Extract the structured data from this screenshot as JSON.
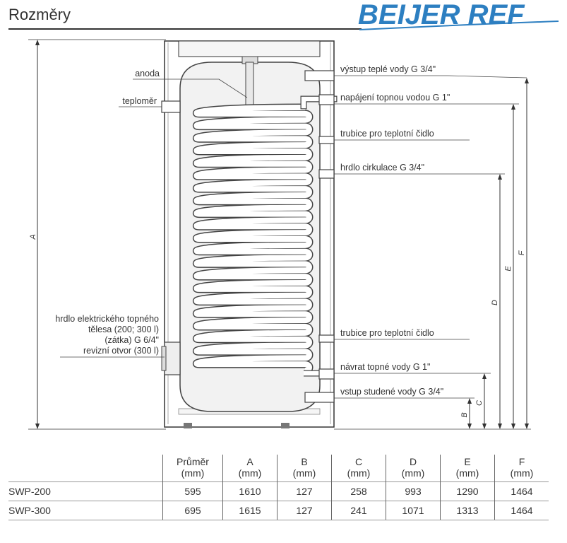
{
  "header": {
    "title": "Rozměry",
    "brand": "BEIJER REF"
  },
  "colors": {
    "brand": "#2d7fc1",
    "line": "#333333",
    "coil": "#ffffff",
    "tank": "#f2f2f2"
  },
  "labels": {
    "anode": "anoda",
    "thermometer": "teploměr",
    "heater_line1": "hrdlo elektrického topného",
    "heater_line2": "tělesa (200; 300 l)",
    "heater_line3": "(zátka) G 6/4\"",
    "heater_line4": "revizní otvor (300 l)",
    "hot_out": "výstup teplé vody G 3/4\"",
    "feed": "napájení topnou vodou G 1\"",
    "sensor_top": "trubice pro teplotní čidlo",
    "circulation": "hrdlo cirkulace G 3/4\"",
    "sensor_bottom": "trubice pro teplotní čidlo",
    "return": "návrat topné vody G 1\"",
    "cold_in": "vstup studené vody G 3/4\""
  },
  "dimensions": {
    "A": "A",
    "B": "B",
    "C": "C",
    "D": "D",
    "E": "E",
    "F": "F"
  },
  "table": {
    "headers": [
      {
        "l1": "",
        "l2": ""
      },
      {
        "l1": "Průměr",
        "l2": "(mm)"
      },
      {
        "l1": "A",
        "l2": "(mm)"
      },
      {
        "l1": "B",
        "l2": "(mm)"
      },
      {
        "l1": "C",
        "l2": "(mm)"
      },
      {
        "l1": "D",
        "l2": "(mm)"
      },
      {
        "l1": "E",
        "l2": "(mm)"
      },
      {
        "l1": "F",
        "l2": "(mm)"
      }
    ],
    "rows": [
      {
        "name": "SWP-200",
        "cells": [
          "595",
          "1610",
          "127",
          "258",
          "993",
          "1290",
          "1464"
        ]
      },
      {
        "name": "SWP-300",
        "cells": [
          "695",
          "1615",
          "127",
          "241",
          "1071",
          "1313",
          "1464"
        ]
      }
    ]
  }
}
